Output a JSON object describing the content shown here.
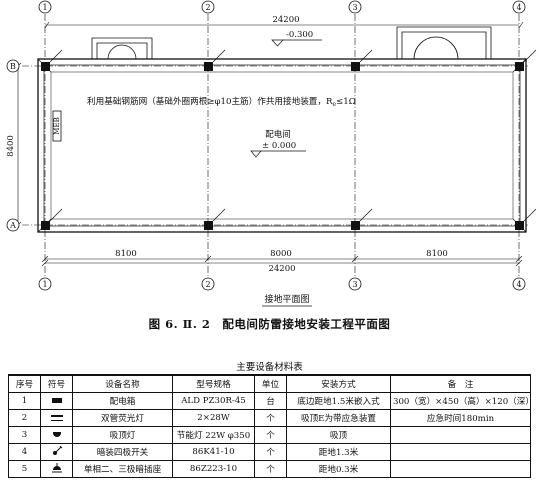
{
  "plan": {
    "axes_top": [
      "1",
      "2",
      "3",
      "4"
    ],
    "axes_bottom": [
      "1",
      "2",
      "3",
      "4"
    ],
    "axes_side": [
      "B",
      "A"
    ],
    "total_width_top": "24200",
    "spans": [
      "8100",
      "8000",
      "8100"
    ],
    "total_width_bottom": "24200",
    "depth": "8400",
    "outdoor_level": "-0.300",
    "note": "利用基础钢筋网（基础外圈两根≥φ10主筋）作共用接地装置，R",
    "note_sub": "e",
    "note_tail": "≤1Ω",
    "room_name": "配电间",
    "floor_level": "± 0.000",
    "meb_label": "MEB",
    "caption": "接地平面图"
  },
  "figure_title": "图 6. Ⅱ. 2　配电间防雷接地安装工程平面图",
  "table": {
    "title": "主要设备材料表",
    "headers": [
      "序号",
      "符号",
      "设备名称",
      "型号规格",
      "单位",
      "安装方式",
      "备　注"
    ],
    "rows": [
      {
        "no": "1",
        "symbol": "box-icon",
        "name": "配电箱",
        "model": "ALD PZ30R-45",
        "unit": "台",
        "install": "底边距地1.5米嵌入式",
        "remark": "300（宽）×450（高）×120（深）"
      },
      {
        "no": "2",
        "symbol": "fluorescent-lamp-icon",
        "name": "双管荧光灯",
        "model": "2×28W",
        "unit": "个",
        "install": "吸顶E为带应急装置",
        "remark": "应急时间180min"
      },
      {
        "no": "3",
        "symbol": "ceiling-lamp-icon",
        "name": "吸顶灯",
        "model": "节能灯 22W φ350",
        "unit": "个",
        "install": "吸顶",
        "remark": ""
      },
      {
        "no": "4",
        "symbol": "switch-icon",
        "name": "暗装四极开关",
        "model": "86K41-10",
        "unit": "个",
        "install": "距地1.3米",
        "remark": ""
      },
      {
        "no": "5",
        "symbol": "socket-icon",
        "name": "单相二、三极暗插座",
        "model": "86Z223-10",
        "unit": "个",
        "install": "距地0.3米",
        "remark": ""
      }
    ]
  }
}
